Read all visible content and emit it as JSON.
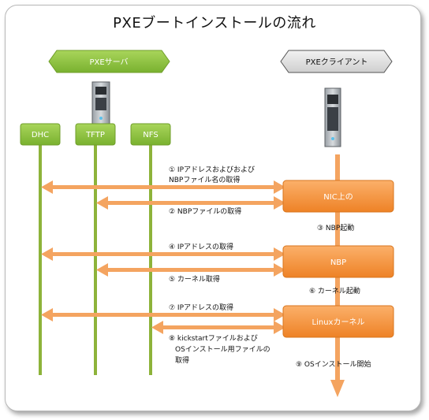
{
  "title": "PXEブートインストールの流れ",
  "server": {
    "label": "PXEサーバ",
    "color": "#8dc63f"
  },
  "client": {
    "label": "PXEクライアント",
    "color": "#d9d9d9"
  },
  "services": [
    "DHC",
    "TFTP",
    "NFS"
  ],
  "client_boxes": [
    "NIC上の",
    "NBP",
    "Linuxカーネル"
  ],
  "steps": {
    "s1_line1": "① IPアドレスおよびおよび",
    "s1_line2": "NBPファイル名の取得",
    "s2": "② NBPファイルの取得",
    "s3": "③ NBP起動",
    "s4": "④ IPアドレスの取得",
    "s5": "⑤ カーネル取得",
    "s6": "⑥ カーネル起動",
    "s7": "⑦ IPアドレスの取得",
    "s8_line1": "⑧ kickstartファイルおよび",
    "s8_line2": "OSインストール用ファイルの",
    "s8_line3": "取得",
    "s9": "⑨ OSインストール開始"
  },
  "colors": {
    "arrow": "#f4a460",
    "box": "#f7953c",
    "line": "#8db33a"
  },
  "icons": [
    "server-icon",
    "client-server-icon"
  ]
}
